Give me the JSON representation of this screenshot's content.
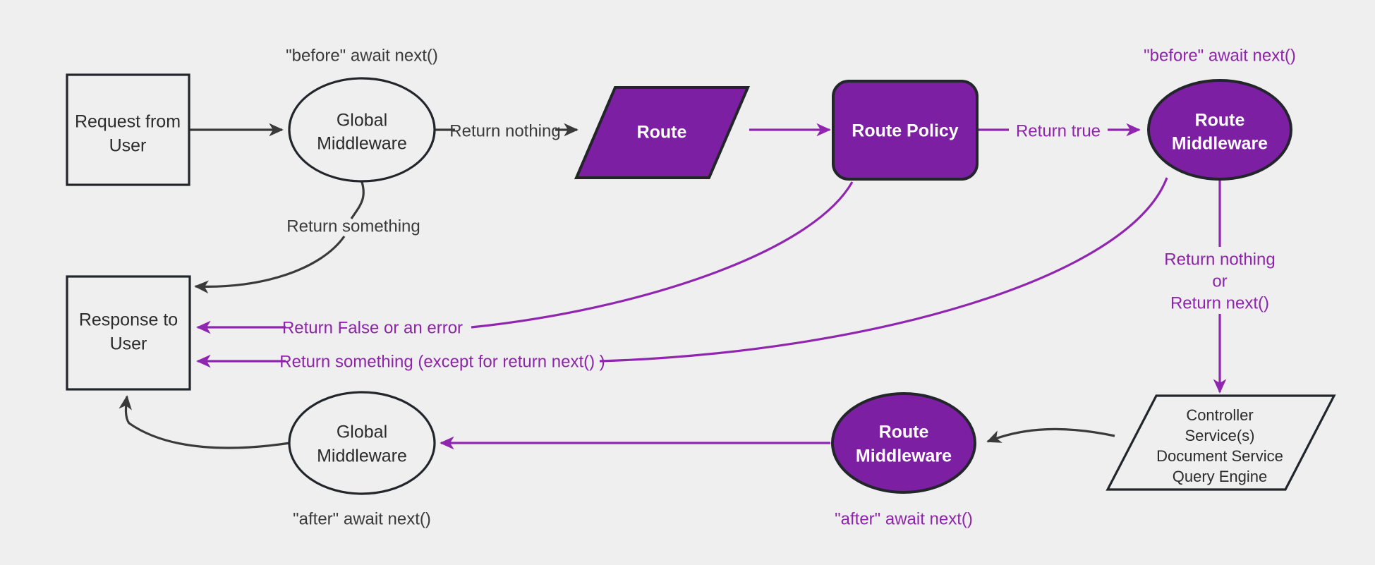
{
  "diagram": {
    "title": "Request / Middleware lifecycle flow",
    "background_color": "#efeff0",
    "colors": {
      "purple_fill": "#7d1fa3",
      "purple_line": "#9026b0",
      "dark_line": "#3a3a3a",
      "dark_text": "#2b2b2b",
      "white_text": "#ffffff"
    },
    "nodes": {
      "request_from_user": {
        "line1": "Request from",
        "line2": "User",
        "shape": "rectangle",
        "style": "light"
      },
      "global_middleware_top": {
        "line1": "Global",
        "line2": "Middleware",
        "shape": "ellipse",
        "style": "light"
      },
      "route": {
        "line1": "Route",
        "shape": "parallelogram",
        "style": "purple"
      },
      "route_policy": {
        "line1": "Route Policy",
        "shape": "rounded-rectangle",
        "style": "purple"
      },
      "route_middleware_top": {
        "line1": "Route",
        "line2": "Middleware",
        "shape": "ellipse",
        "style": "purple"
      },
      "controller_stack": {
        "lines": [
          "Controller",
          "Service(s)",
          "Document Service",
          "Query Engine"
        ],
        "shape": "parallelogram",
        "style": "light"
      },
      "route_middleware_bottom": {
        "line1": "Route",
        "line2": "Middleware",
        "shape": "ellipse",
        "style": "purple"
      },
      "global_middleware_bottom": {
        "line1": "Global",
        "line2": "Middleware",
        "shape": "ellipse",
        "style": "light"
      },
      "response_to_user": {
        "line1": "Response to",
        "line2": "User",
        "shape": "rectangle",
        "style": "light"
      }
    },
    "annotations": {
      "before_await_next_global": "\"before\" await next()",
      "before_await_next_route": "\"before\" await next()",
      "after_await_next_global": "\"after\" await next()",
      "after_await_next_route": "\"after\" await next()"
    },
    "edge_labels": {
      "return_nothing": "Return nothing",
      "return_something": "Return something",
      "return_true": "Return true",
      "return_false_or_error": "Return False or an error",
      "return_something_except_next": "Return something (except for return next() )",
      "return_nothing_or_next_line1": "Return nothing",
      "return_nothing_or_next_line2": "or",
      "return_nothing_or_next_line3": "Return next()"
    }
  }
}
